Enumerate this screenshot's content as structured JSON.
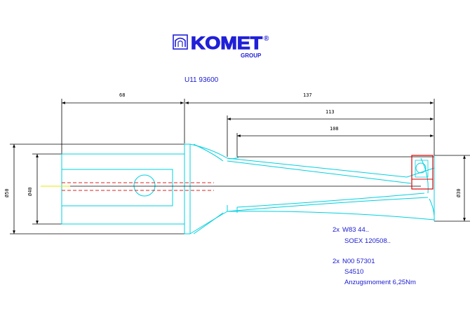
{
  "brand": {
    "name": "KOMET",
    "registered": "®",
    "group": "GROUP",
    "color": "#2020d8"
  },
  "part_number": "U11 93600",
  "dimensions": {
    "length_shank": "68",
    "length_total": "137",
    "length_113": "113",
    "length_108": "108",
    "dia_shank_outer": "Ø50",
    "dia_shank_inner": "Ø40",
    "dia_head": "Ø30"
  },
  "notes": [
    {
      "qty": "2x",
      "text": "W83 44.."
    },
    {
      "qty": "",
      "text": "SOEX 120508.."
    },
    {
      "qty": "2x",
      "text": "N00 57301"
    },
    {
      "qty": "",
      "text": "S4510"
    },
    {
      "qty": "",
      "text": "Anzugsmoment 6,25Nm"
    }
  ],
  "colors": {
    "outline": "#00d0e0",
    "dimension": "#000000",
    "axis": "#e02020",
    "axis_center": "#e8e800",
    "insert": "#e00000",
    "text": "#1a1ad0"
  }
}
